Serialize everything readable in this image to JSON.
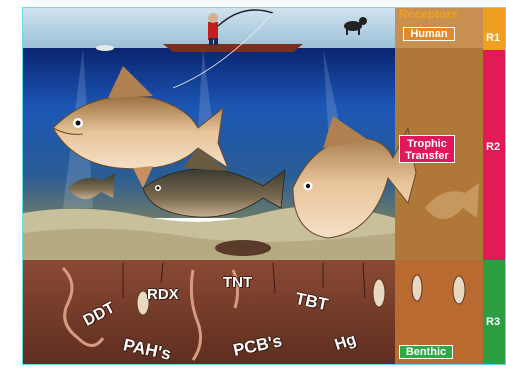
{
  "header": {
    "receptors_title": "Receptors"
  },
  "labels": {
    "human": "Human",
    "trophic_transfer_line1": "Trophic",
    "trophic_transfer_line2": "Transfer",
    "benthic": "Benthic"
  },
  "receptor_levels": [
    "R1",
    "R2",
    "R3"
  ],
  "contaminants": {
    "ddt": "DDT",
    "rdx": "RDX",
    "tnt": "TNT",
    "tbt": "TBT",
    "pahs": "PAH's",
    "pcbs": "PCB's",
    "hg": "Hg"
  },
  "colors": {
    "sky": "#b9d6e4",
    "water_deep": "#0b2f8a",
    "water_mid": "#1c57b5",
    "sediment": "#7a3f2e",
    "receptor_column": "#cf8a3a",
    "r1_band": "#f0a020",
    "r2_band": "#e21a55",
    "r3_band": "#2b9e42",
    "trophic_box": "#e0185a",
    "benthic_box": "#2fa84a",
    "human_box": "#e08a30"
  }
}
